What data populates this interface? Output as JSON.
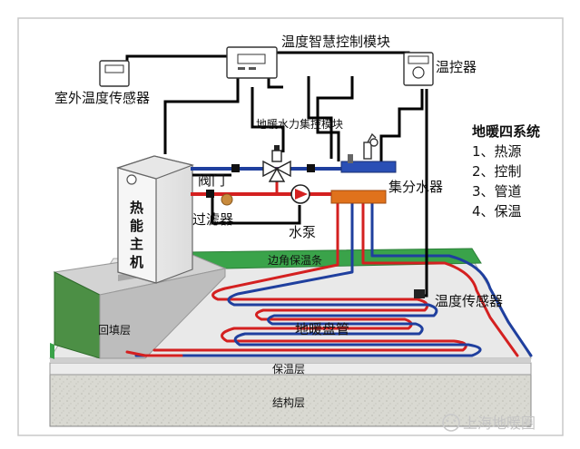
{
  "labels": {
    "smart_control_module": "温度智慧控制模块",
    "thermostat": "温控器",
    "outdoor_sensor": "室外温度传感器",
    "hydraulic_module": "地暖水力集控模块",
    "valve": "阀门",
    "filter": "过滤器",
    "pump": "水泵",
    "manifold": "集分水器",
    "host_chars": [
      "热",
      "能",
      "主",
      "机"
    ],
    "corner_insulation": "边角保温条",
    "backfill": "回填层",
    "floor_coil": "地暖盘管",
    "temp_sensor": "温度传感器",
    "insulation_layer": "保温层",
    "structure_layer": "结构层",
    "watermark": "上海地暖圈"
  },
  "system": {
    "title": "地暖四系统",
    "items": [
      "1、热源",
      "2、控制",
      "3、管道",
      "4、保温"
    ]
  },
  "colors": {
    "supply_pipe": "#d42020",
    "return_pipe": "#1f3f9e",
    "manifold_supply": "#e0721c",
    "manifold_return": "#2a4fb5",
    "green_strip": "#3aa34a",
    "wire": "#000000"
  }
}
